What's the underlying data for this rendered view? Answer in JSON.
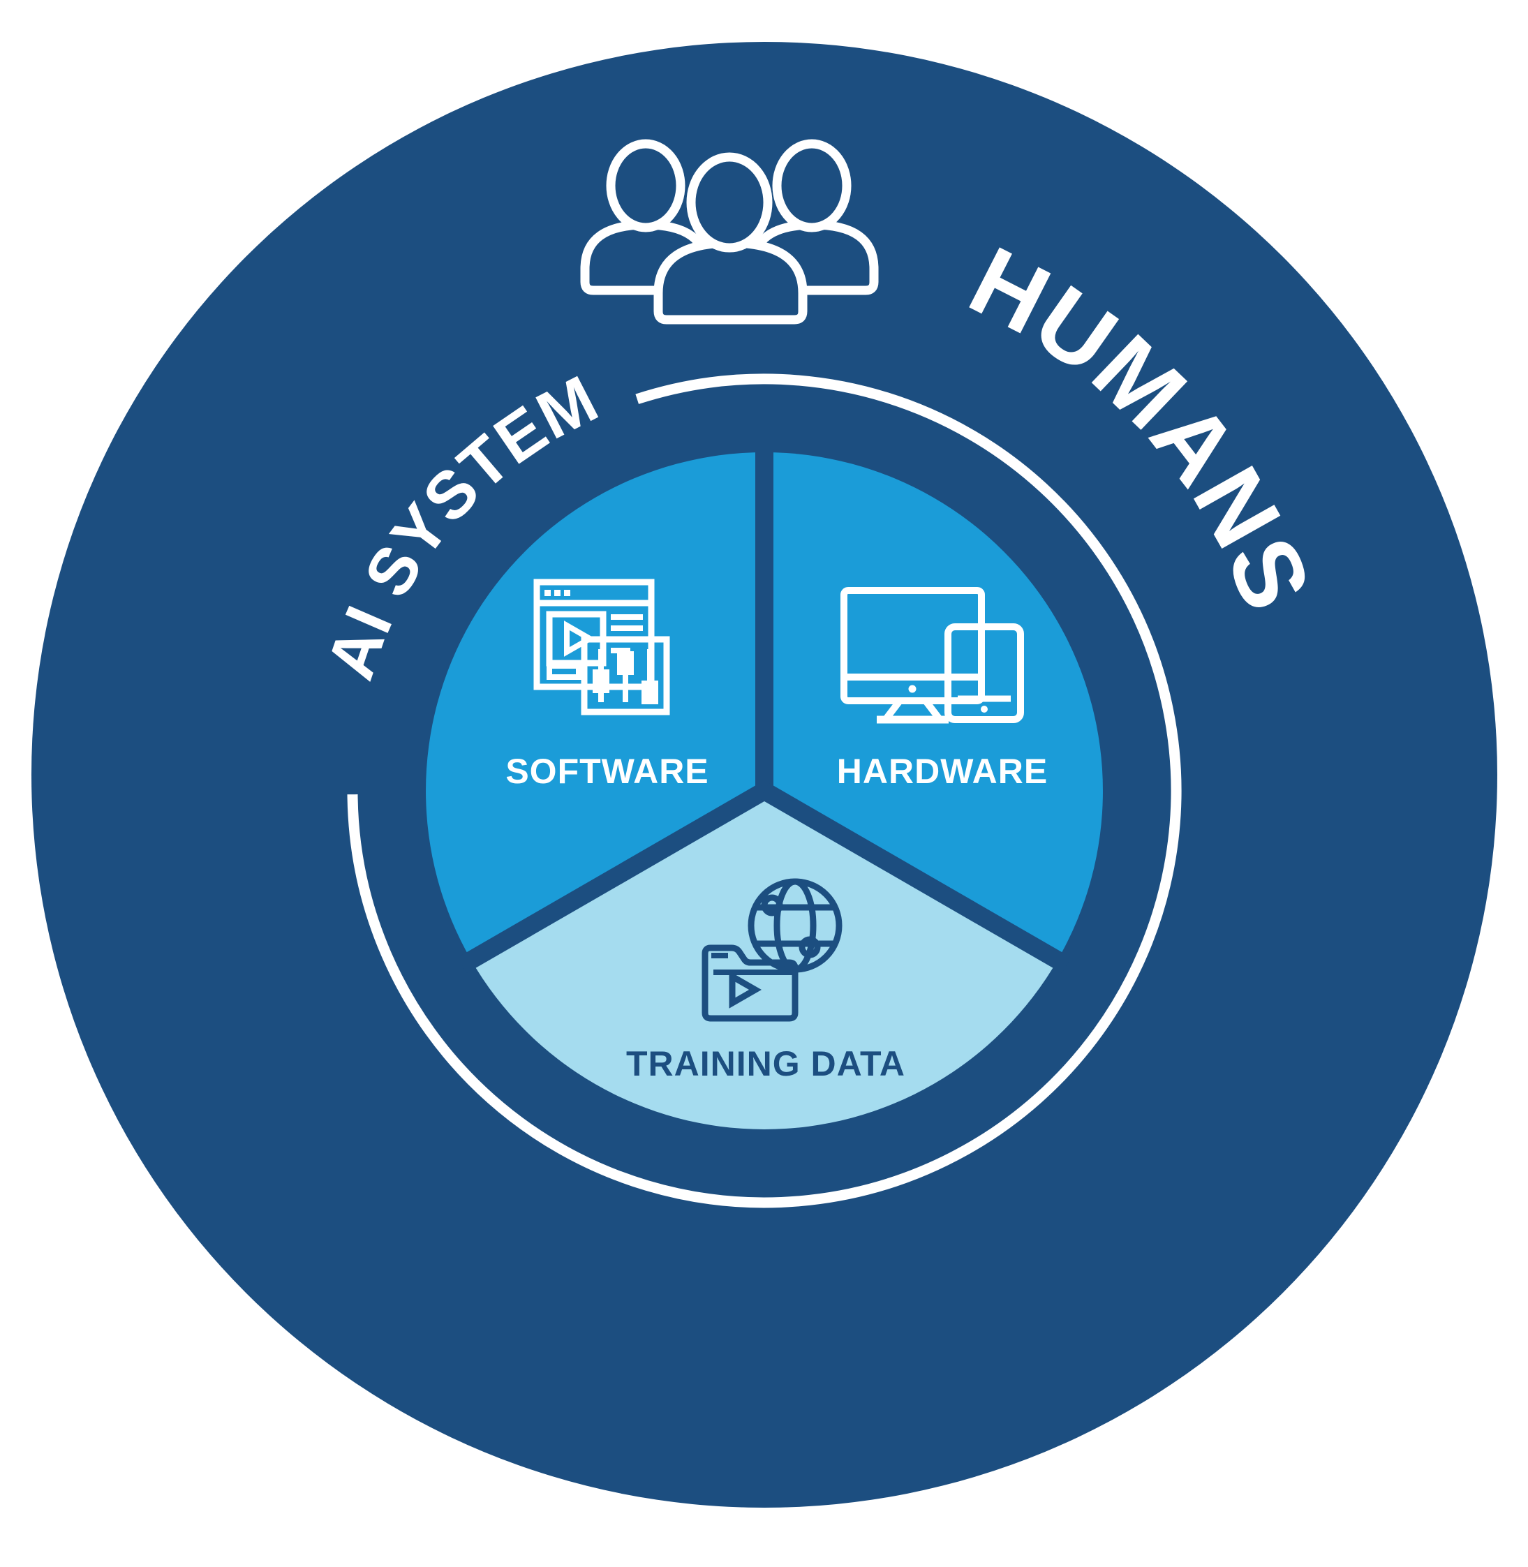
{
  "diagram": {
    "title_outer": "HUMANS",
    "title_inner": "AI SYSTEM",
    "segments": [
      {
        "id": "software",
        "label": "SOFTWARE",
        "icon": "software-window-icon"
      },
      {
        "id": "hardware",
        "label": "HARDWARE",
        "icon": "monitor-tablet-icon"
      },
      {
        "id": "training-data",
        "label": "TRAINING DATA",
        "icon": "globe-folder-icon"
      }
    ],
    "outer_icon": "people-group-icon",
    "colors": {
      "navy": "#1C4E80",
      "blue": "#1B9CD8",
      "light": "#A5DCEF",
      "white": "#FFFFFF"
    }
  }
}
